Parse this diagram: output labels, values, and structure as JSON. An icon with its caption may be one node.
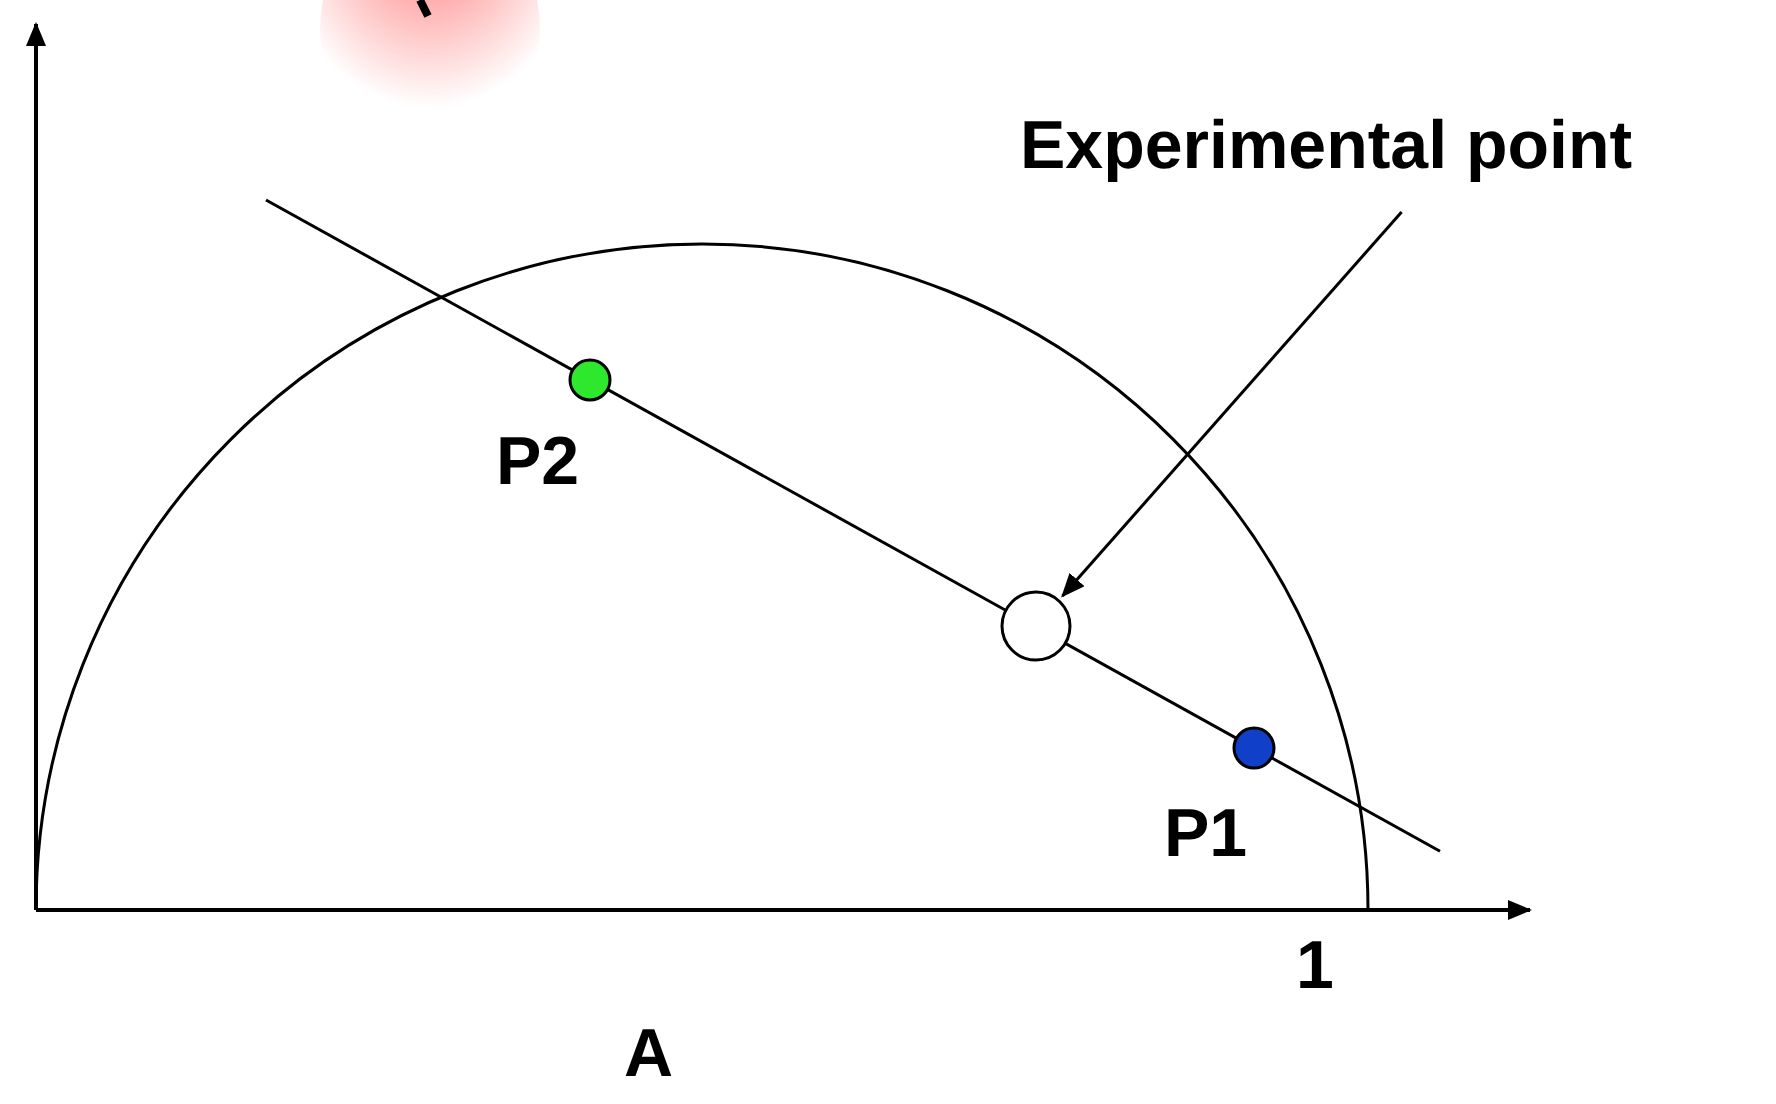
{
  "diagram": {
    "nodes": [
      {
        "text": [
          "Experimental point"
        ]
      },
      {
        "text": [],
        "shape": "circle"
      }
    ],
    "edges": [
      {
        "from": 0,
        "to": 1,
        "arrow": "to"
      }
    ],
    "labels": [
      "P2",
      "P1",
      "1",
      "A"
    ]
  }
}
